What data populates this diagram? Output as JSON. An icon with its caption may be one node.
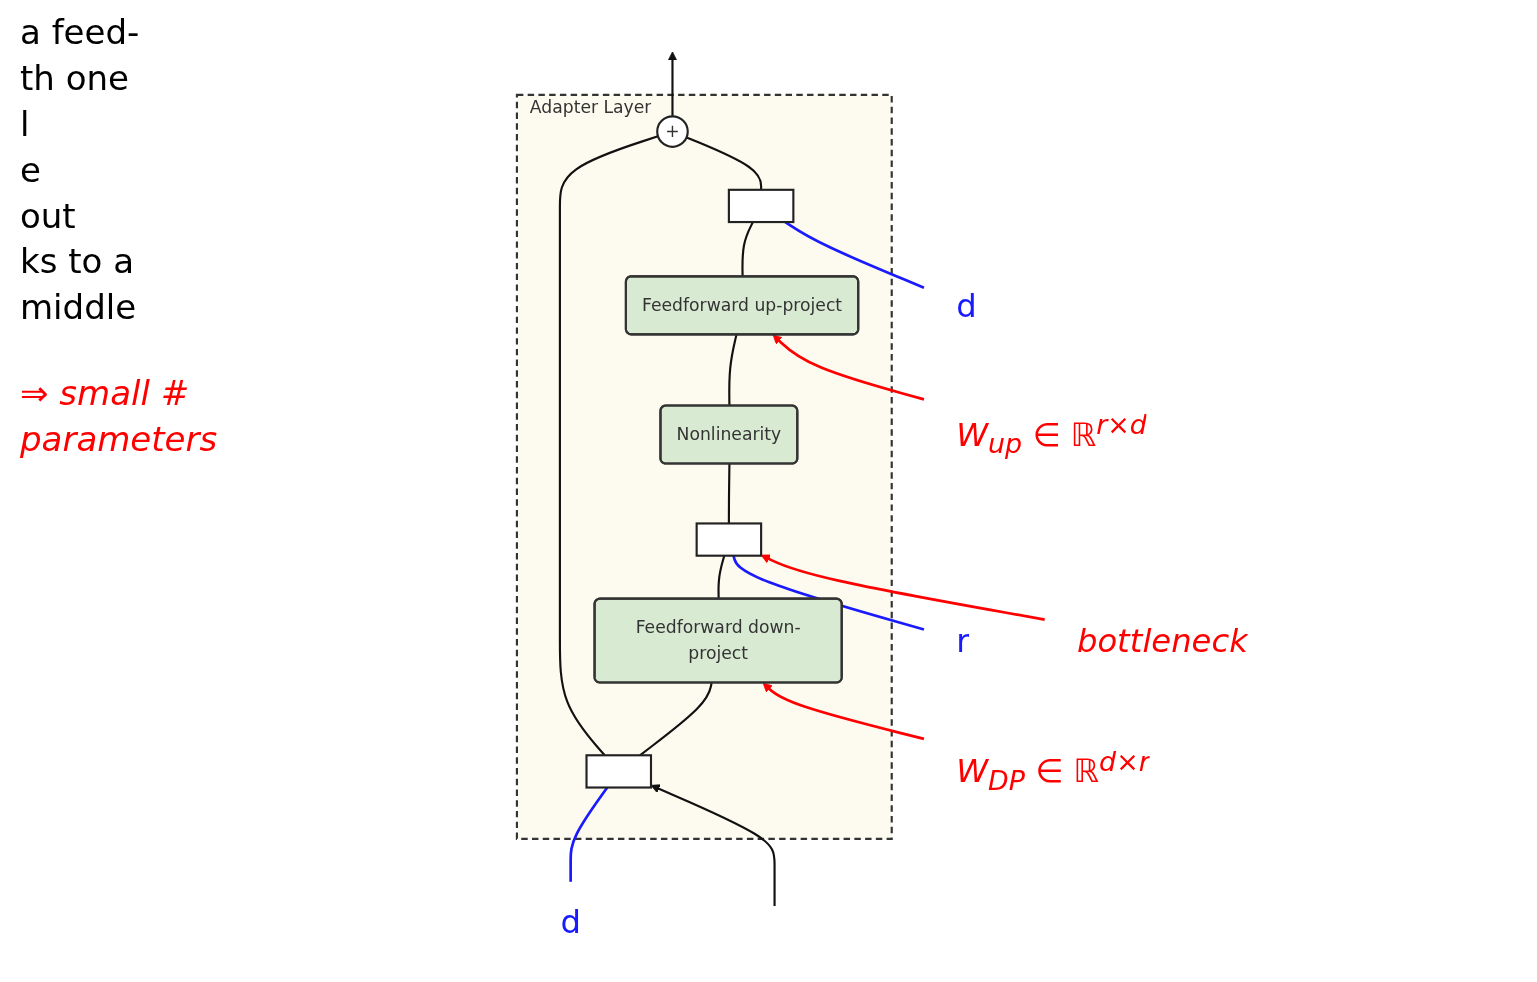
{
  "diagram": {
    "nodes": [
      {
        "text": [
          "Adapter Layer"
        ]
      },
      {
        "text": [
          "+"
        ],
        "in": 0
      },
      {
        "text": [],
        "shape": "box",
        "in": 0
      },
      {
        "text": [
          "Feedforward up-project"
        ],
        "in": 0
      },
      {
        "text": [
          "Nonlinearity"
        ],
        "in": 0
      },
      {
        "text": [],
        "shape": "box",
        "in": 0
      },
      {
        "text": [
          "Feedforward down-project"
        ],
        "in": 0
      },
      {
        "text": [],
        "shape": "box",
        "in": 0
      },
      {
        "text": [
          "d"
        ]
      },
      {
        "text": [
          "W$_{up}$ ∈ ℝ$^{r×d}$"
        ]
      },
      {
        "text": [
          "r"
        ]
      },
      {
        "text": [
          "bottleneck"
        ]
      },
      {
        "text": [
          "W$_{DP}$ ∈ ℝ$^{d×r}$"
        ]
      },
      {
        "text": [
          "d"
        ]
      }
    ],
    "edges": [
      {
        "from": null,
        "to": 7,
        "arrow": "to"
      },
      {
        "from": 7,
        "to": 6,
        "arrow": "none"
      },
      {
        "from": 6,
        "to": 5,
        "arrow": "none"
      },
      {
        "from": 5,
        "to": 4,
        "arrow": "none"
      },
      {
        "from": 4,
        "to": 3,
        "arrow": "none"
      },
      {
        "from": 3,
        "to": 2,
        "arrow": "none"
      },
      {
        "from": 2,
        "to": 1,
        "arrow": "none"
      },
      {
        "from": 7,
        "to": 1,
        "arrow": "none"
      },
      {
        "from": 1,
        "to": null,
        "arrow": "to"
      },
      {
        "from": 8,
        "to": 2,
        "arrow": "none",
        "color": "#1a1aff"
      },
      {
        "from": 9,
        "to": 3,
        "arrow": "to",
        "color": "#ff0000"
      },
      {
        "from": 10,
        "to": 5,
        "arrow": "none",
        "color": "#1a1aff"
      },
      {
        "from": 11,
        "to": 5,
        "arrow": "to",
        "color": "#ff0000"
      },
      {
        "from": 12,
        "to": 6,
        "arrow": "to",
        "color": "#ff0000"
      },
      {
        "from": 13,
        "to": 7,
        "arrow": "none",
        "color": "#1a1aff"
      }
    ],
    "labels": [
      "a feed-",
      "th one",
      "l",
      "e",
      "out",
      "ks to a",
      "middle",
      "⇒ small # parameters"
    ]
  }
}
